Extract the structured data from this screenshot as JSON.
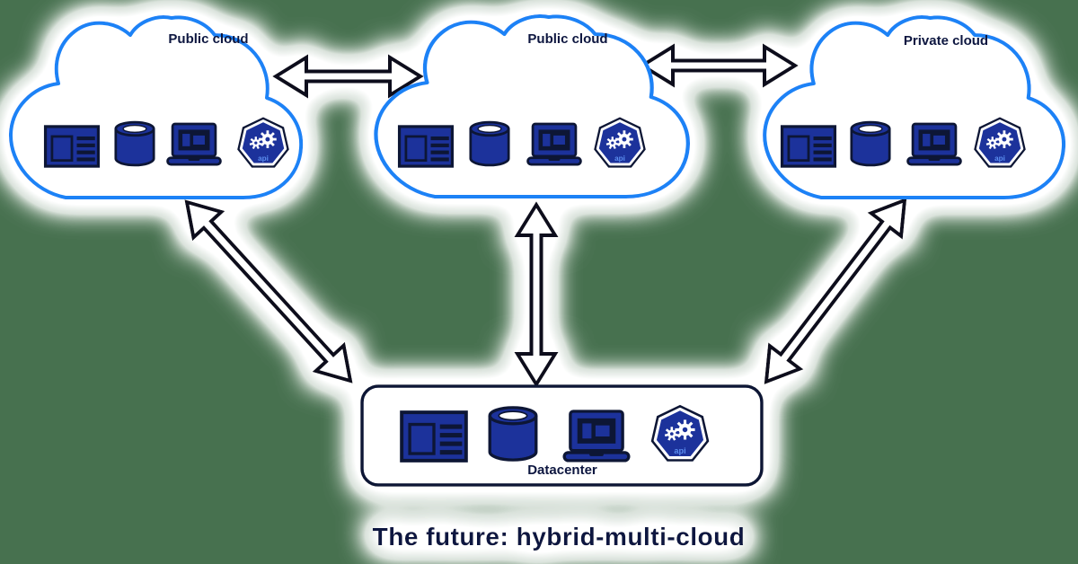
{
  "title": {
    "text": "The future: hybrid-multi-cloud"
  },
  "api_icon_label": "api",
  "colors": {
    "background": "#47714f",
    "cloud_stroke": "#1e82f6",
    "icon_blue": "#1c339b",
    "icon_dark": "#0c1535",
    "arrow": "#0b101f",
    "label": "#0e1840",
    "api_text": "#5b8def",
    "panel": "#ffffff"
  },
  "nodes": [
    {
      "id": "public-cloud-1",
      "type": "cloud",
      "label": "Public cloud",
      "icons": [
        "application-window",
        "database",
        "laptop",
        "api"
      ]
    },
    {
      "id": "public-cloud-2",
      "type": "cloud",
      "label": "Public cloud",
      "icons": [
        "application-window",
        "database",
        "laptop",
        "api"
      ]
    },
    {
      "id": "private-cloud",
      "type": "cloud",
      "label": "Private cloud",
      "icons": [
        "application-window",
        "database",
        "laptop",
        "api"
      ]
    },
    {
      "id": "datacenter",
      "type": "datacenter-box",
      "label": "Datacenter",
      "icons": [
        "application-window",
        "database",
        "laptop",
        "api"
      ]
    }
  ],
  "connections": [
    {
      "from": "public-cloud-1",
      "to": "public-cloud-2",
      "type": "bidirectional-arrow"
    },
    {
      "from": "public-cloud-2",
      "to": "private-cloud",
      "type": "bidirectional-arrow"
    },
    {
      "from": "public-cloud-2",
      "to": "datacenter",
      "type": "bidirectional-arrow"
    },
    {
      "from": "public-cloud-1",
      "to": "datacenter",
      "type": "bidirectional-arrow"
    },
    {
      "from": "private-cloud",
      "to": "datacenter",
      "type": "bidirectional-arrow"
    }
  ]
}
